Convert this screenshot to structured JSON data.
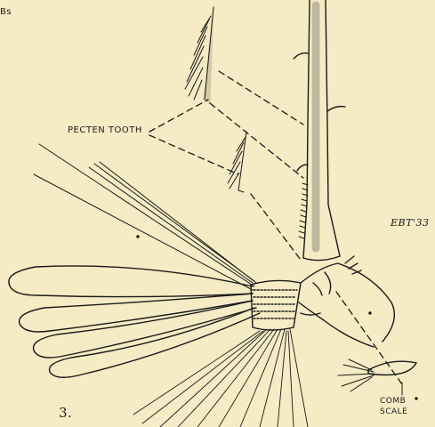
{
  "labels": {
    "corner_text": "Bs",
    "pecten_tooth": "PECTEN TOOTH",
    "artist_initials": "EBT'33",
    "comb_line1": "COMB",
    "comb_line2": "SCALE",
    "figure_number": "3."
  },
  "colors": {
    "background": "#f5ebc4",
    "ink": "#1a1a1a"
  }
}
